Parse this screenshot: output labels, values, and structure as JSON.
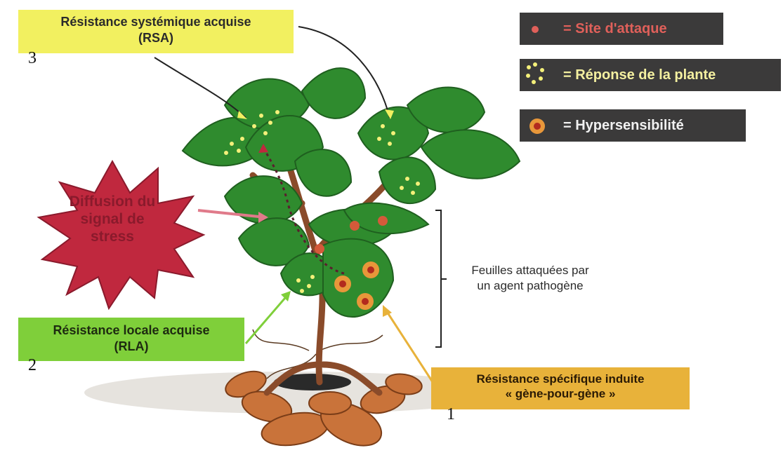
{
  "labels": {
    "rsa": {
      "line1": "Résistance systémique acquise",
      "line2": "(RSA)",
      "number": "3"
    },
    "rla": {
      "line1": "Résistance locale acquise",
      "line2": "(RLA)",
      "number": "2"
    },
    "rsi": {
      "line1": "Résistance spécifique induite",
      "line2": "« gène-pour-gène »",
      "number": "1"
    }
  },
  "signal": {
    "line1": "Diffusion du",
    "line2": "signal de",
    "line3": "stress"
  },
  "attacked": {
    "line1": "Feuilles attaquées par",
    "line2": "un agent pathogène"
  },
  "legend": [
    {
      "icon": "attack-site-icon",
      "text": "= Site d'attaque",
      "color": "#e0605a"
    },
    {
      "icon": "plant-response-icon",
      "text": "= Réponse de la plante",
      "color": "#f4f0a0"
    },
    {
      "icon": "hypersensitivity-icon",
      "text": "= Hypersensibilité",
      "color": "#f1f1f1"
    }
  ],
  "colors": {
    "leaf": "#2f8b2e",
    "leaf_dark": "#1f5f1f",
    "stem": "#8a4b2a",
    "tuber": "#c9733a",
    "burst": "#c0283e",
    "rsa_box": "#f2f060",
    "rla_box": "#7fcf3a",
    "rsi_box": "#e8b23a"
  }
}
